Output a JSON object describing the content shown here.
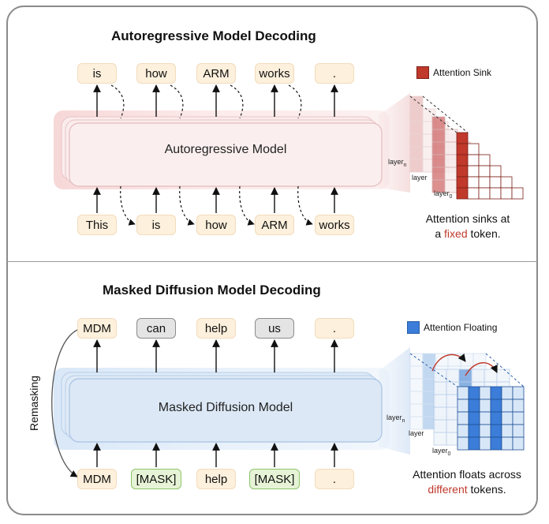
{
  "arm": {
    "title": "Autoregressive Model Decoding",
    "model_label": "Autoregressive Model",
    "output_tokens": [
      "is",
      "how",
      "ARM",
      "works",
      "."
    ],
    "input_tokens": [
      "This",
      "is",
      "how",
      "ARM",
      "works"
    ],
    "legend_label": "Attention Sink",
    "legend_color": "#c0392b",
    "caption": {
      "line1": "Attention sinks at",
      "line2_pre": "a ",
      "line2_highlight": "fixed",
      "line2_post": " token."
    },
    "layer_labels": {
      "n": "layer",
      "n_sub": "n",
      "mid": "layer",
      "zero": "layer",
      "zero_sub": "0"
    }
  },
  "mdm": {
    "title": "Masked Diffusion Model Decoding",
    "model_label": "Masked Diffusion Model",
    "output_tokens": [
      "MDM",
      "can",
      "help",
      "us",
      "."
    ],
    "input_tokens": [
      "MDM",
      "[MASK]",
      "help",
      "[MASK]",
      "."
    ],
    "remasking_label": "Remasking",
    "legend_label": "Attention Floating",
    "legend_color": "#3b7dd8",
    "caption": {
      "line1": "Attention floats across",
      "line2_highlight": "different",
      "line2_post": " tokens."
    },
    "layer_labels": {
      "n": "layer",
      "n_sub": "n",
      "mid": "layer",
      "zero": "layer",
      "zero_sub": "0"
    }
  },
  "colors": {
    "highlight": "#c0392b",
    "frame": "#8a8a8a"
  }
}
